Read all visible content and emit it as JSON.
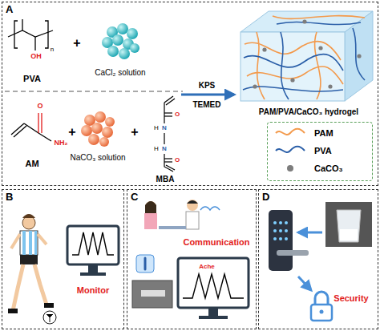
{
  "diagram": {
    "nodes": [
      {
        "text": [
          "A"
        ]
      },
      {
        "text": [
          "B"
        ]
      },
      {
        "text": [
          "C"
        ]
      },
      {
        "text": [
          "D"
        ]
      }
    ],
    "labels": [
      "n",
      "OH",
      "PVA",
      "+",
      "CaCl₂ solution",
      "O",
      "NH₂",
      "AM",
      "+",
      "NaCO₃ solution",
      "+",
      "O",
      "H",
      "N",
      "N",
      "H",
      "O",
      "MBA",
      "KPS",
      "TEMED",
      "PAM/PVA/CaCO₃ hydrogel",
      "Monitor",
      "Communication",
      "Ache",
      "Security"
    ],
    "legend": [
      {
        "text": "PAM"
      },
      {
        "text": "PVA"
      },
      {
        "text": "CaCO₃"
      }
    ]
  }
}
